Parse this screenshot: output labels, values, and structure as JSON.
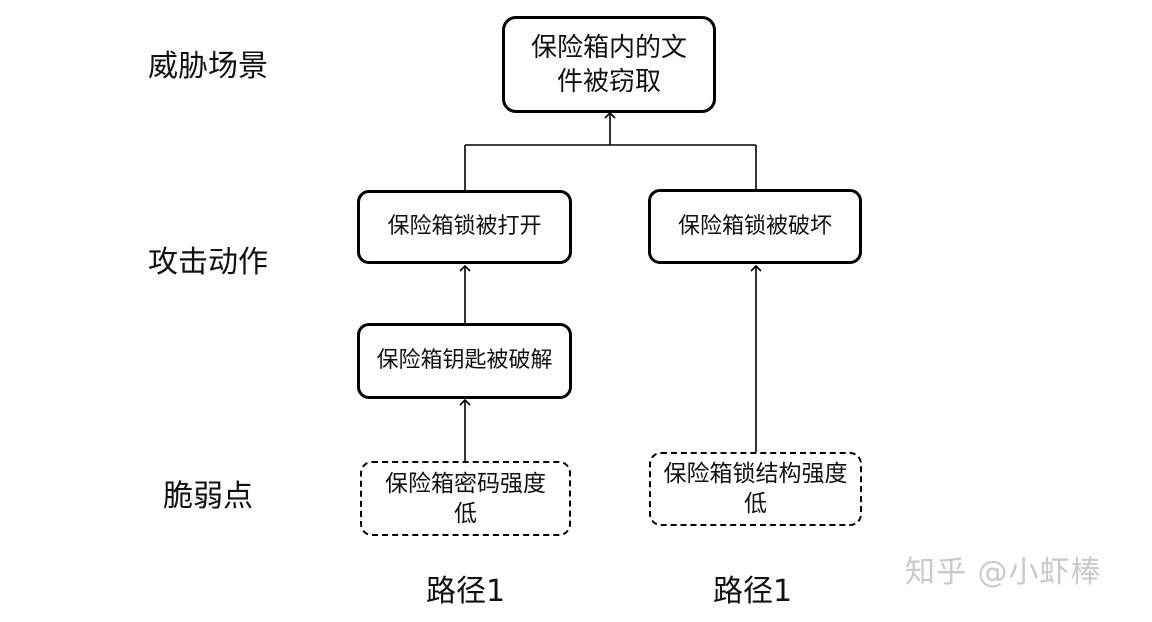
{
  "rows": {
    "threat": "威胁场景",
    "attack": "攻击动作",
    "weakness": "脆弱点"
  },
  "nodes": {
    "top": "保险箱内的文件被窃取",
    "lock_opened": "保险箱锁被打开",
    "lock_broken": "保险箱锁被破坏",
    "key_cracked": "保险箱钥匙被破解",
    "weak_password": "保险箱密码强度低",
    "weak_lock_structure": "保险箱锁结构强度低"
  },
  "paths": {
    "left": "路径1",
    "right": "路径1"
  },
  "watermark": "知乎 @小虾棒"
}
